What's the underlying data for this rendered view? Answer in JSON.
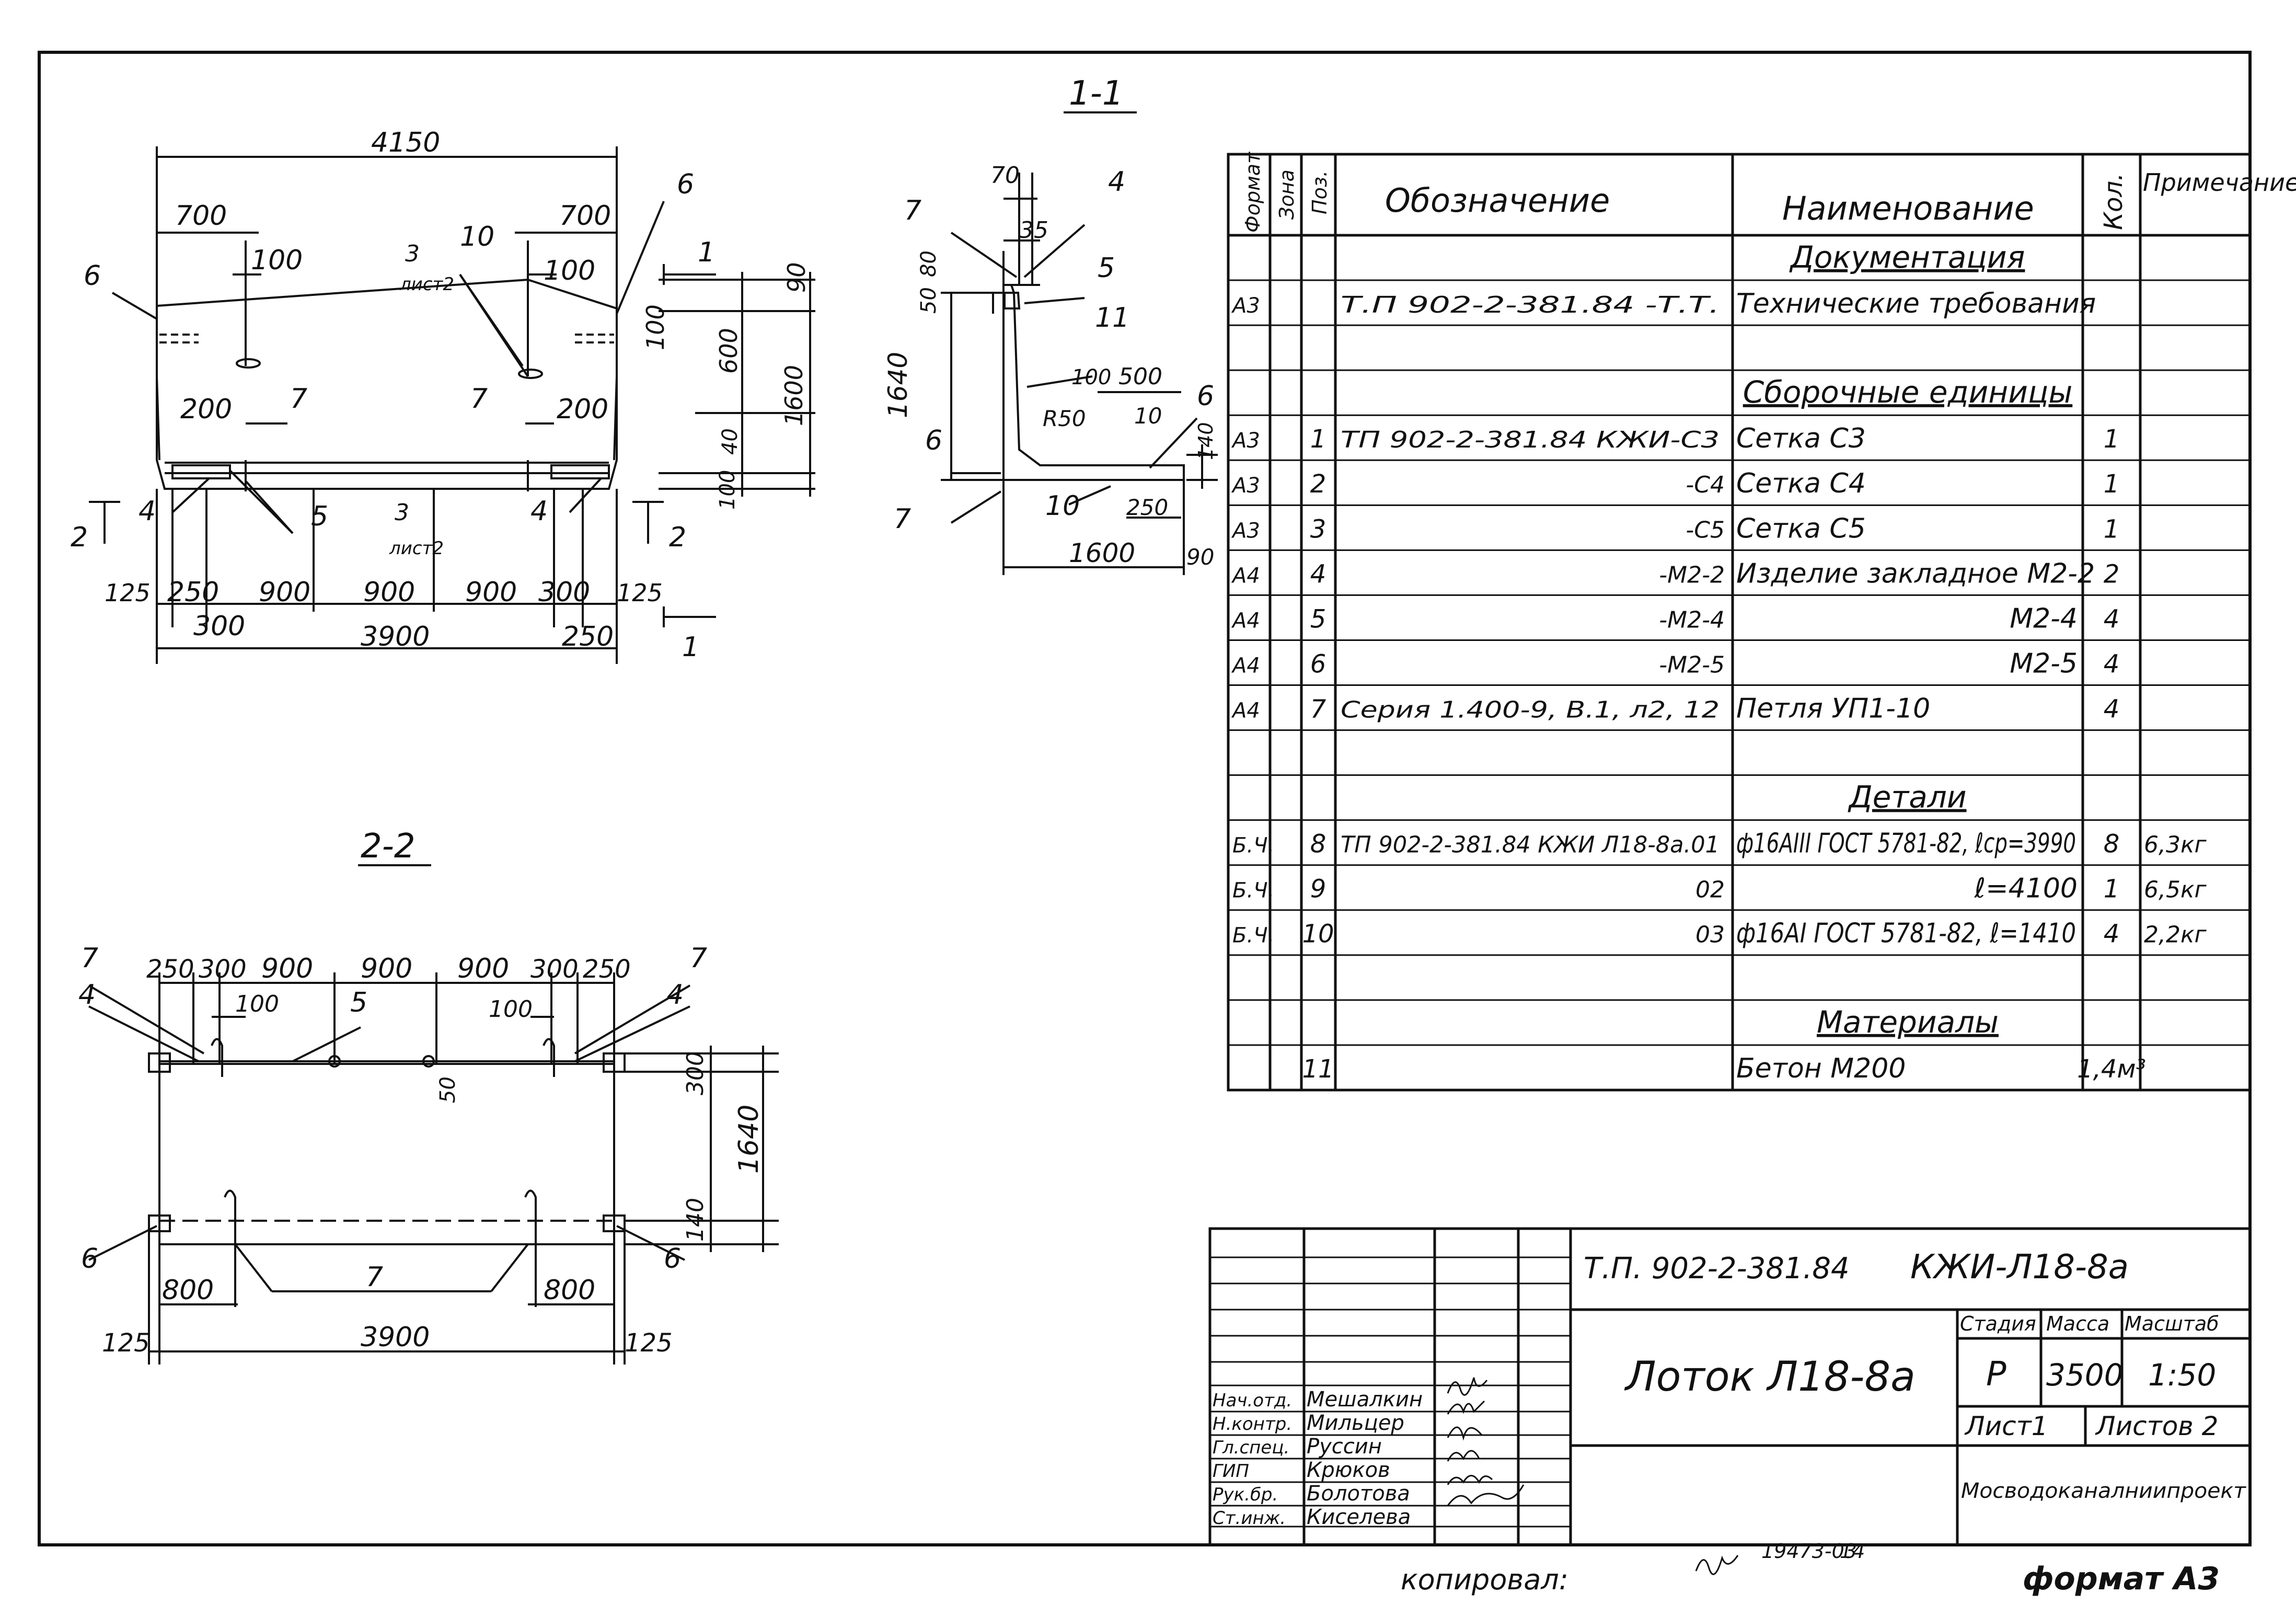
{
  "views": {
    "plan": {
      "dims_top": [
        "4150",
        "700",
        "700",
        "100",
        "100"
      ],
      "leaders": {
        "left6": "6",
        "right6": "6",
        "ten": "10",
        "sheet_ref_num": "3",
        "sheet_ref_text": "лист2",
        "seven_l": "7",
        "seven_r": "7",
        "two_l": "200",
        "two_r": "200",
        "four_l": "4",
        "four_r": "4",
        "five": "5",
        "sheet_ref2_num": "3",
        "sheet_ref2_text": "лист2",
        "sec1_top": "1",
        "sec1_bot": "1",
        "sec2_l": "2",
        "sec2_r": "2"
      },
      "dims_right": [
        "90",
        "100",
        "600",
        "1600",
        "40",
        "100"
      ],
      "dims_bottom": [
        "125",
        "250",
        "900",
        "900",
        "900",
        "300",
        "125",
        "300",
        "3900",
        "250"
      ]
    },
    "section11": {
      "title": "1-1",
      "dims": [
        "70",
        "35",
        "80",
        "50",
        "1640",
        "100",
        "500",
        "R50",
        "10",
        "140",
        "250",
        "1600",
        "90"
      ],
      "leaders": {
        "seven_t": "7",
        "four": "4",
        "five": "5",
        "eleven": "11",
        "six_r": "6",
        "six_l": "6",
        "ten": "10",
        "seven_b": "7"
      }
    },
    "section22": {
      "title": "2-2",
      "dims_top": [
        "250",
        "300",
        "900",
        "900",
        "900",
        "300",
        "250",
        "100",
        "100",
        "50"
      ],
      "dims_right": [
        "300",
        "1640",
        "140"
      ],
      "leaders": {
        "seven_l": "7",
        "seven_r": "7",
        "four_l": "4",
        "four_r": "4",
        "five": "5",
        "six_l": "6",
        "six_r": "6",
        "seven_b": "7"
      },
      "dims_bottom": [
        "800",
        "800",
        "125",
        "3900",
        "125"
      ]
    }
  },
  "spec": {
    "header": {
      "format": "Формат",
      "zone": "Зона",
      "pos": "Поз.",
      "designation": "Обозначение",
      "name": "Наименование",
      "qty": "Кол.",
      "note": "Примечание"
    },
    "rows": [
      {
        "format": "",
        "pos": "",
        "designation": "",
        "name": "Документация",
        "qty": "",
        "note": "",
        "section": true
      },
      {
        "format": "А3",
        "pos": "",
        "designation": "Т.П 902-2-381.84      -Т.Т.",
        "name": "Технические требования",
        "qty": "",
        "note": ""
      },
      {
        "format": "",
        "pos": "",
        "designation": "",
        "name": "",
        "qty": "",
        "note": ""
      },
      {
        "format": "",
        "pos": "",
        "designation": "",
        "name": "Сборочные единицы",
        "qty": "",
        "note": "",
        "section": true
      },
      {
        "format": "А3",
        "pos": "1",
        "designation": "ТП 902-2-381.84  КЖИ-С3",
        "name": "Сетка С3",
        "qty": "1",
        "note": ""
      },
      {
        "format": "А3",
        "pos": "2",
        "designation": "-С4",
        "name": "Сетка С4",
        "qty": "1",
        "note": ""
      },
      {
        "format": "А3",
        "pos": "3",
        "designation": "-С5",
        "name": "Сетка С5",
        "qty": "1",
        "note": ""
      },
      {
        "format": "А4",
        "pos": "4",
        "designation": "-М2-2",
        "name": "Изделие закладное М2-2",
        "qty": "2",
        "note": ""
      },
      {
        "format": "А4",
        "pos": "5",
        "designation": "-М2-4",
        "name": "М2-4",
        "qty": "4",
        "note": ""
      },
      {
        "format": "А4",
        "pos": "6",
        "designation": "-М2-5",
        "name": "М2-5",
        "qty": "4",
        "note": ""
      },
      {
        "format": "А4",
        "pos": "7",
        "designation": "Серия 1.400-9, В.1, л2, 12",
        "name": "Петля УП1-10",
        "qty": "4",
        "note": ""
      },
      {
        "format": "",
        "pos": "",
        "designation": "",
        "name": "",
        "qty": "",
        "note": ""
      },
      {
        "format": "",
        "pos": "",
        "designation": "",
        "name": "Детали",
        "qty": "",
        "note": "",
        "section": true
      },
      {
        "format": "Б.Ч.",
        "pos": "8",
        "designation": "ТП 902-2-381.84 КЖИ Л18-8а.01",
        "name": "ф16АIII ГОСТ 5781-82, ℓср=3990",
        "qty": "8",
        "note": "6,3кг"
      },
      {
        "format": "Б.Ч.",
        "pos": "9",
        "designation": "02",
        "name": "ℓ=4100",
        "qty": "1",
        "note": "6,5кг"
      },
      {
        "format": "Б.Ч.",
        "pos": "10",
        "designation": "03",
        "name": "ф16АI ГОСТ 5781-82, ℓ=1410",
        "qty": "4",
        "note": "2,2кг"
      },
      {
        "format": "",
        "pos": "",
        "designation": "",
        "name": "",
        "qty": "",
        "note": ""
      },
      {
        "format": "",
        "pos": "",
        "designation": "",
        "name": "Материалы",
        "qty": "",
        "note": "",
        "section": true
      },
      {
        "format": "",
        "pos": "11",
        "designation": "",
        "name": "Бетон М200",
        "qty": "1,4м³",
        "note": ""
      }
    ]
  },
  "title_block": {
    "doc_code": "Т.П. 902-2-381.84",
    "doc_mark": "КЖИ-Л18-8а",
    "title": "Лоток Л18-8а",
    "stage_label": "Стадия",
    "mass_label": "Масса",
    "scale_label": "Масштаб",
    "stage": "Р",
    "mass": "3500",
    "scale": "1:50",
    "sheet": "Лист1",
    "sheets": "Листов 2",
    "org": "Мосводоканалниипроект",
    "people": [
      {
        "role": "Нач.отд.",
        "name": "Мешалкин"
      },
      {
        "role": "Н.контр.",
        "name": "Мильцер"
      },
      {
        "role": "Гл.спец.",
        "name": "Руссин"
      },
      {
        "role": "ГИП",
        "name": "Крюков"
      },
      {
        "role": "Рук.бр.",
        "name": "Болотова"
      },
      {
        "role": "Ст.инж.",
        "name": "Киселева"
      }
    ]
  },
  "footer": {
    "copied": "копировал:",
    "number": "19473-03",
    "sheet_no": "14",
    "format": "формат А3"
  }
}
